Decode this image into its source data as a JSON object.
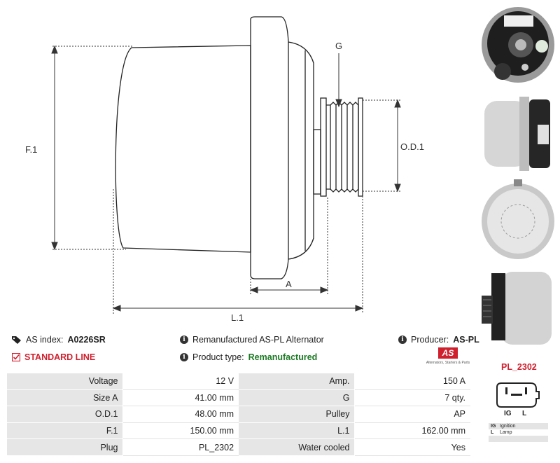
{
  "drawing": {
    "dim_labels": {
      "g": "G",
      "od1": "O.D.1",
      "f1": "F.1",
      "a": "A",
      "l1": "L.1"
    }
  },
  "thumbnails": [
    "rear-view",
    "side-view",
    "front-view",
    "angled-view"
  ],
  "info": {
    "as_index_label": "AS index:",
    "as_index_value": "A0226SR",
    "description": "Remanufactured AS-PL Alternator",
    "producer_label": "Producer:",
    "producer_value": "AS-PL",
    "standard_line": "STANDARD LINE",
    "product_type_label": "Product type:",
    "product_type_value": "Remanufactured",
    "logo_text": "AS",
    "logo_tagline": "Alternators, Starters & Parts"
  },
  "specs": [
    {
      "label": "Voltage",
      "value": "12 V",
      "label2": "Amp.",
      "value2": "150 A"
    },
    {
      "label": "Size A",
      "value": "41.00 mm",
      "label2": "G",
      "value2": "7 qty."
    },
    {
      "label": "O.D.1",
      "value": "48.00 mm",
      "label2": "Pulley",
      "value2": "AP"
    },
    {
      "label": "F.1",
      "value": "150.00 mm",
      "label2": "L.1",
      "value2": "162.00 mm"
    },
    {
      "label": "Plug",
      "value": "PL_2302",
      "label2": "Water cooled",
      "value2": "Yes"
    }
  ],
  "plug": {
    "title": "PL_2302",
    "pin_labels": [
      "IG",
      "L"
    ],
    "legend": [
      {
        "key": "IG",
        "desc": "Ignition"
      },
      {
        "key": "L",
        "desc": "Lamp"
      },
      {
        "key": "",
        "desc": ""
      },
      {
        "key": "",
        "desc": ""
      }
    ]
  },
  "colors": {
    "accent_red": "#d0202e",
    "green": "#1c7a24",
    "label_bg": "#e6e6e6"
  }
}
